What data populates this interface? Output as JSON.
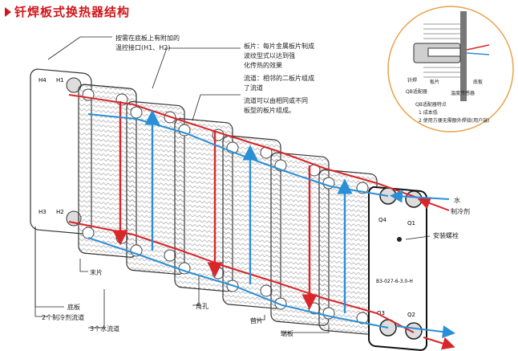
{
  "title": "钎焊板式换热器结构",
  "annotations": {
    "sensor_note_line1": "按需在底板上有附加的",
    "sensor_note_line2": "温控接口(H1、H2)",
    "plate_desc_line1": "板片：每片金属板片制成",
    "plate_desc_line2": "波纹型式以达到强",
    "plate_desc_line3": "化传热的效果",
    "channel_line1": "流道：相邻的二板片组成",
    "channel_line2": "了流道",
    "channel_line3": "流道可以由相同或不同",
    "channel_line4": "板型的板片组成。",
    "end_plate": "末片",
    "base_plate": "底板",
    "refrigerant_channels": "2个制冷剂流道",
    "water_channels": "3个水流道",
    "corner_hole": "角孔",
    "first_plate": "首片",
    "cover_plate": "端板",
    "mount_bolt": "安装螺栓",
    "water": "水",
    "refrigerant": "制冷剂"
  },
  "ports": {
    "h1": "H1",
    "h2": "H2",
    "h3": "H3",
    "h4": "H4",
    "q1": "Q1",
    "q2": "Q2",
    "q3": "Q3",
    "q4": "Q4"
  },
  "model_label": "B3-027-6-3.0-H",
  "inset": {
    "brazing": "钎焊",
    "plate": "板片",
    "base_plate": "底板",
    "qb_adapter": "QB适配器",
    "temp_sensor": "温度传感器",
    "features_title": "QB适配器特点",
    "feature_1": "1 成本低",
    "feature_2": "2 使用方便无需额外焊接(用户端)"
  },
  "colors": {
    "title": "#d1161a",
    "refrigerant": "#d8262a",
    "water": "#2a8fd6",
    "inset_border": "#e8a24a"
  }
}
